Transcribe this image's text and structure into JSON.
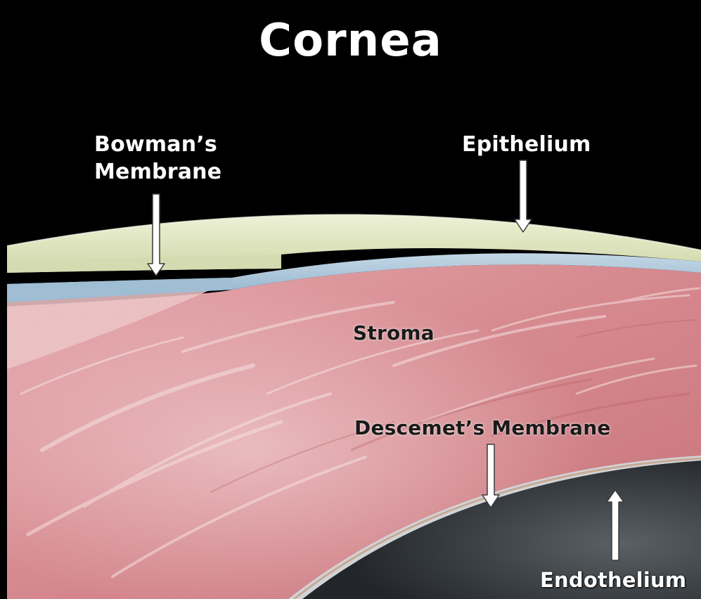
{
  "title": "Cornea",
  "labels": {
    "bowmans_line1": "Bowman’s",
    "bowmans_line2": "Membrane",
    "epithelium": "Epithelium",
    "stroma": "Stroma",
    "descemets": "Descemet’s Membrane",
    "endothelium": "Endothelium"
  },
  "colors": {
    "background": "#000000",
    "epithelium": "#dfe5c0",
    "bowmans_membrane": "#a9c4d8",
    "stroma": "#d9868c",
    "stroma_highlight": "#f2c9cb",
    "descemets_membrane": "#cfd3d6",
    "endothelium": "#c8a995",
    "anterior_chamber": "#3a3f42",
    "arrow": "#ffffff"
  }
}
